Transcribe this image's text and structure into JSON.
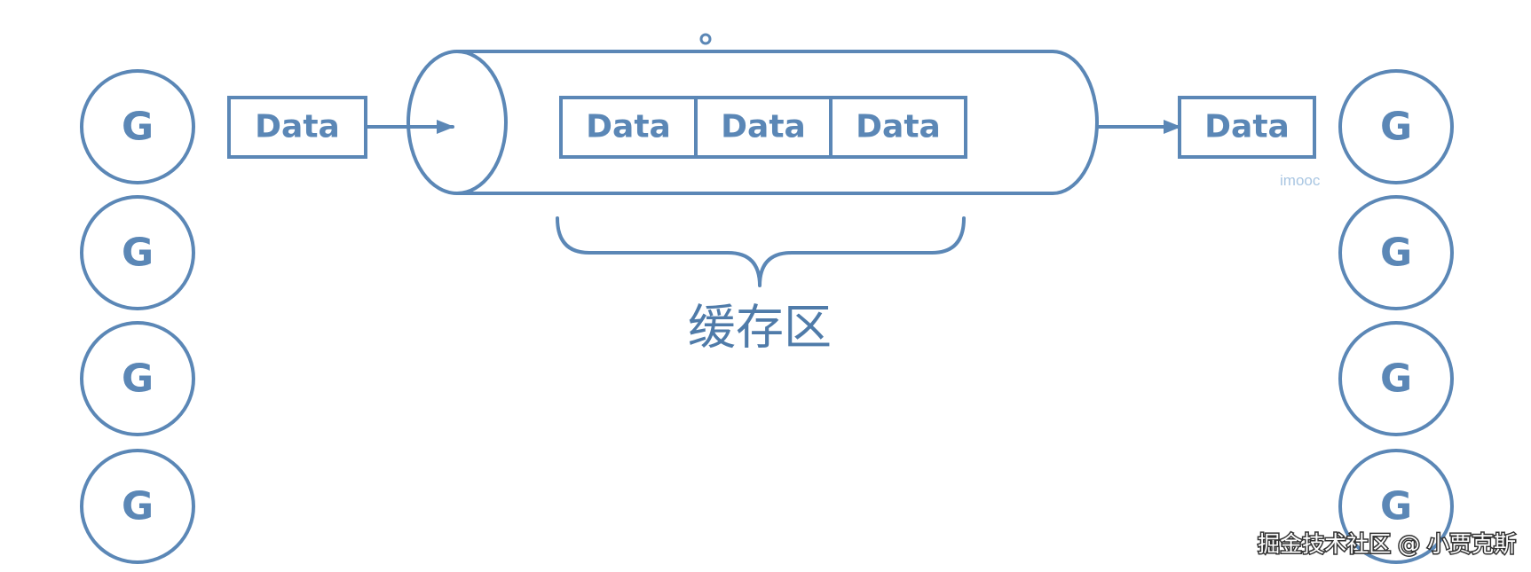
{
  "left_goroutines": [
    "G",
    "G",
    "G",
    "G"
  ],
  "right_goroutines": [
    "G",
    "G",
    "G",
    "G"
  ],
  "input_data": "Data",
  "buffer_items": [
    "Data",
    "Data",
    "Data"
  ],
  "output_data": "Data",
  "buffer_label": "缓存区",
  "watermark": "imooc",
  "footer": "掘金技术社区 @ 小贾克斯",
  "colors": {
    "stroke": "#5b87b6",
    "label": "#4f7ba9",
    "watermark": "#a9c6e2"
  }
}
